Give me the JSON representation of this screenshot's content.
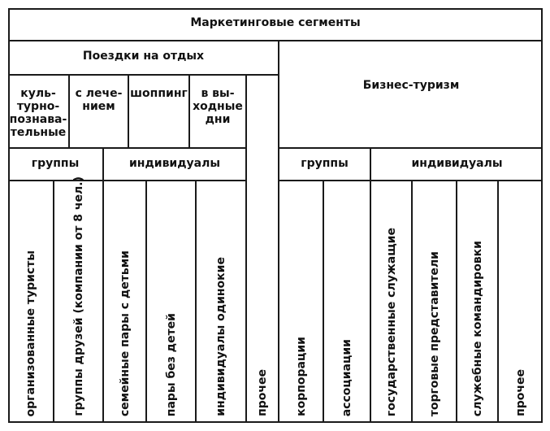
{
  "title": "Маркетинговые сегменты",
  "leisure": {
    "title": "Поездки на отдых",
    "subtypes": [
      "куль-\nтурно-\nпознава-\nтельные",
      "с лече-\nнием",
      "шоппинг",
      "в вы-\nходные\nдни"
    ],
    "groups_label": "группы",
    "individuals_label": "индивидуалы",
    "leaves": [
      "организованные туристы",
      "группы друзей (компании от 8 чел.)",
      "семейные пары с детьми",
      "пары без детей",
      "индивидуалы одинокие"
    ],
    "other": "прочее"
  },
  "business": {
    "title": "Бизнес-туризм",
    "groups_label": "группы",
    "individuals_label": "индивидуалы",
    "leaves": [
      "корпорации",
      "ассоциации",
      "государственные служащие",
      "торговые представители",
      "служебные командировки",
      "прочее"
    ]
  }
}
